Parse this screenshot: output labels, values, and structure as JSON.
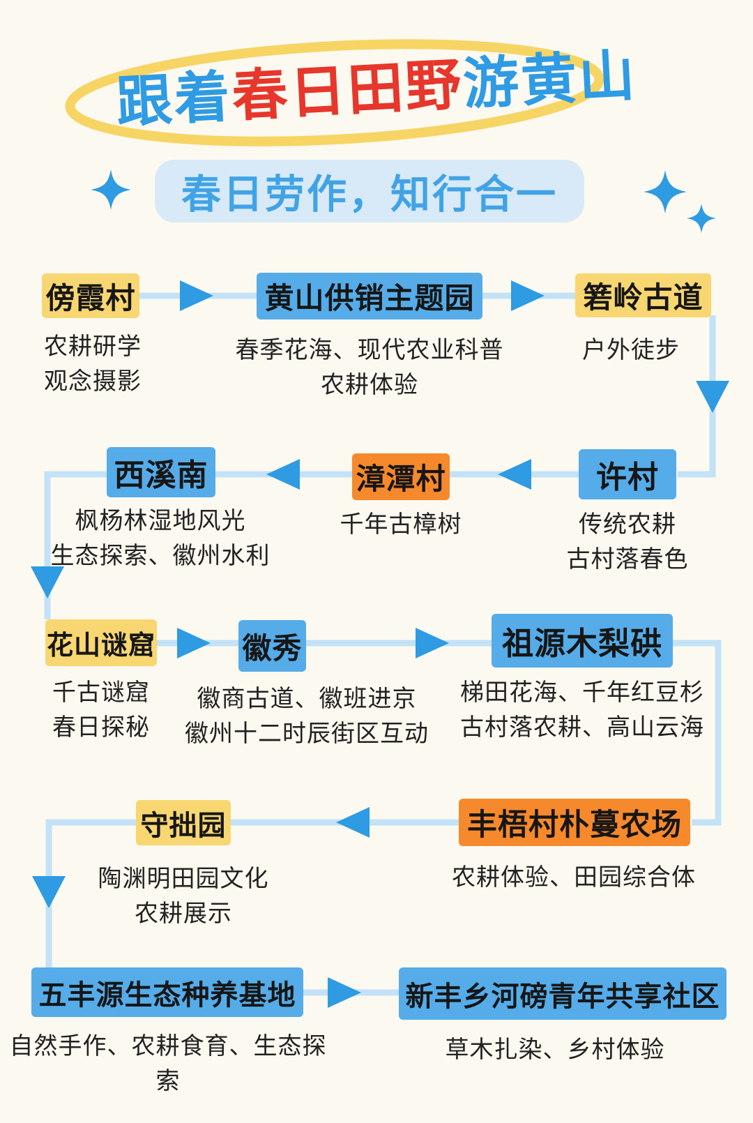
{
  "page": {
    "background": "#FCF9F0"
  },
  "title": {
    "segments": [
      {
        "text": "跟着",
        "color": "#2E9BE4"
      },
      {
        "text": "春日田野",
        "color": "#E7362B"
      },
      {
        "text": "游黄山",
        "color": "#2E9BE4"
      }
    ],
    "full_text": "跟着春日田野游黄山"
  },
  "subtitle": "春日劳作，知行合一",
  "colors": {
    "title_blue": "#2E9BE4",
    "title_red": "#E7362B",
    "highlight_ring_yellow": "#F7D564",
    "subtitle_bg": "#D8EAF7",
    "subtitle_text": "#41A3E6",
    "box_blue": "#55ACE9",
    "box_yellow": "#F8D671",
    "box_orange": "#F6892C",
    "connector_line": "#C3E2F7",
    "arrow_head": "#2E9BE2",
    "caption_text": "#222222"
  },
  "nodes": [
    {
      "label": "傍霞村",
      "type": "yellow",
      "captions": [
        "农耕研学",
        "观念摄影"
      ]
    },
    {
      "label": "黄山供销主题园",
      "type": "blue",
      "captions": [
        "春季花海、现代农业科普",
        "农耕体验"
      ]
    },
    {
      "label": "箬岭古道",
      "type": "yellow",
      "captions": [
        "户外徒步"
      ]
    },
    {
      "label": "许村",
      "type": "blue",
      "captions": [
        "传统农耕",
        "古村落春色"
      ]
    },
    {
      "label": "漳潭村",
      "type": "orange",
      "captions": [
        "千年古樟树"
      ]
    },
    {
      "label": "西溪南",
      "type": "blue",
      "captions": [
        "枫杨林湿地风光",
        "生态探索、徽州水利"
      ]
    },
    {
      "label": "花山谜窟",
      "type": "yellow",
      "captions": [
        "千古谜窟",
        "春日探秘"
      ]
    },
    {
      "label": "徽秀",
      "type": "blue",
      "captions": [
        "徽商古道、徽班进京",
        "徽州十二时辰街区互动"
      ]
    },
    {
      "label": "祖源木梨硔",
      "type": "blue",
      "captions": [
        "梯田花海、千年红豆杉",
        "古村落农耕、高山云海"
      ]
    },
    {
      "label": "丰梧村朴蔓农场",
      "type": "orange",
      "captions": [
        "农耕体验、田园综合体"
      ]
    },
    {
      "label": "守拙园",
      "type": "yellow",
      "captions": [
        "陶渊明田园文化",
        "农耕展示"
      ]
    },
    {
      "label": "五丰源生态种养基地",
      "type": "blue",
      "captions": [
        "自然手作、农耕食育、生态探索"
      ]
    },
    {
      "label": "新丰乡河磅青年共享社区",
      "type": "blue",
      "captions": [
        "草木扎染、乡村体验"
      ]
    }
  ]
}
